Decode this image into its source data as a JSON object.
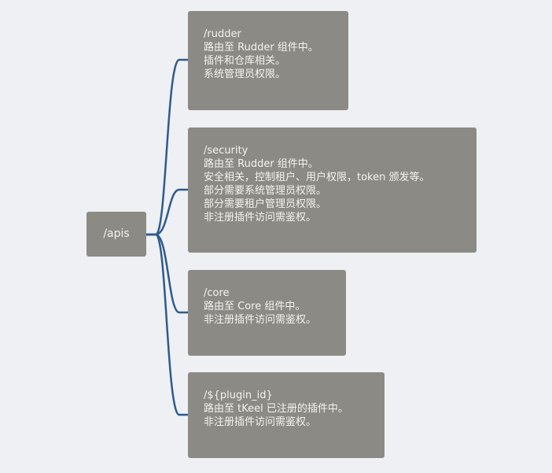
{
  "diagram": {
    "type": "mindmap",
    "colors": {
      "background": "#eef0f4",
      "node": "#8c8a84",
      "text": "#f4f3f0",
      "link": "#2f5b8c"
    },
    "root": {
      "label": "/apis"
    },
    "children": [
      {
        "title": "/rudder",
        "lines": [
          "路由至 Rudder 组件中。",
          "插件和仓库相关。",
          "系统管理员权限。"
        ]
      },
      {
        "title": "/security",
        "lines": [
          "路由至 Rudder 组件中。",
          "安全相关，控制租户、用户权限，token 颁发等。",
          "部分需要系统管理员权限。",
          "部分需要租户管理员权限。",
          "非注册插件访问需鉴权。"
        ]
      },
      {
        "title": "/core",
        "lines": [
          "路由至 Core 组件中。",
          "非注册插件访问需鉴权。"
        ]
      },
      {
        "title": "/${plugin_id}",
        "lines": [
          "路由至 tKeel 已注册的插件中。",
          "非注册插件访问需鉴权。"
        ]
      }
    ]
  }
}
